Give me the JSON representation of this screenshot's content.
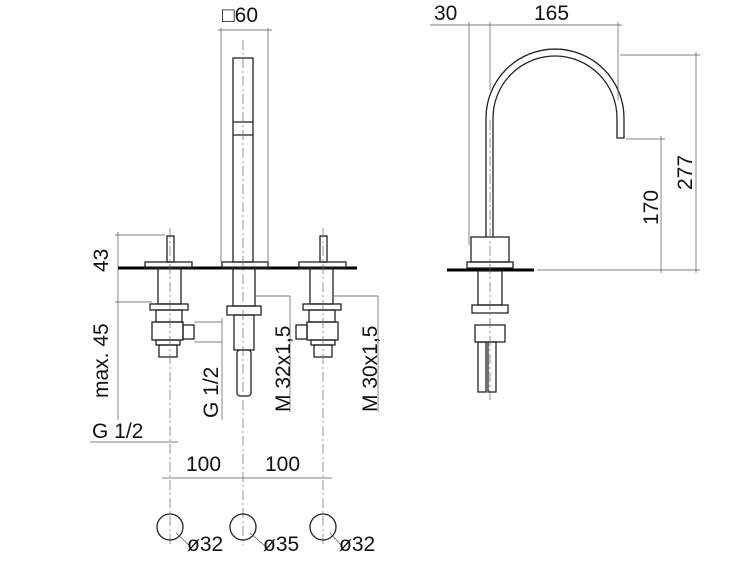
{
  "front_view": {
    "spout_size": "□60",
    "tap_height": "43",
    "max_below_deck": "max. 45",
    "inlet_thread_vertical": "G 1/2",
    "spout_thread": "M 32x1,5",
    "tap_thread": "M 30x1,5",
    "inlet_thread_horizontal": "G 1/2",
    "spacing_left": "100",
    "spacing_right": "100",
    "hole_left": "ø32",
    "hole_center": "ø35",
    "hole_right": "ø32"
  },
  "side_view": {
    "offset": "30",
    "projection": "165",
    "outlet_height": "170",
    "total_height": "277"
  }
}
